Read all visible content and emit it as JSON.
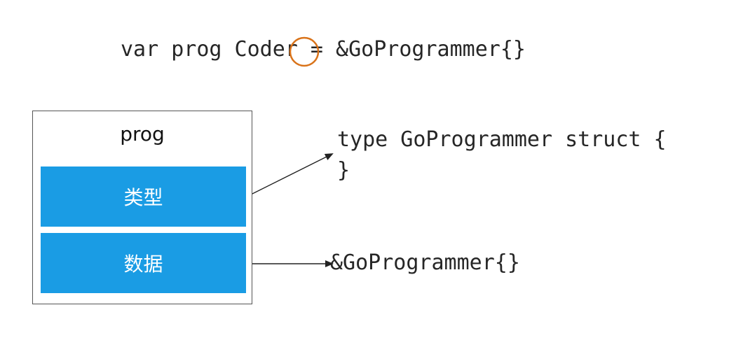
{
  "declaration": "var prog Coder = &GoProgrammer{}",
  "box": {
    "title": "prog",
    "type_cell": "类型",
    "data_cell": "数据"
  },
  "struct_def": {
    "line1": "type GoProgrammer struct {",
    "line2": "}"
  },
  "value_text": "&GoProgrammer{}",
  "colors": {
    "cell_fill": "#1a9ce4",
    "highlight_circle": "#d9731a"
  }
}
